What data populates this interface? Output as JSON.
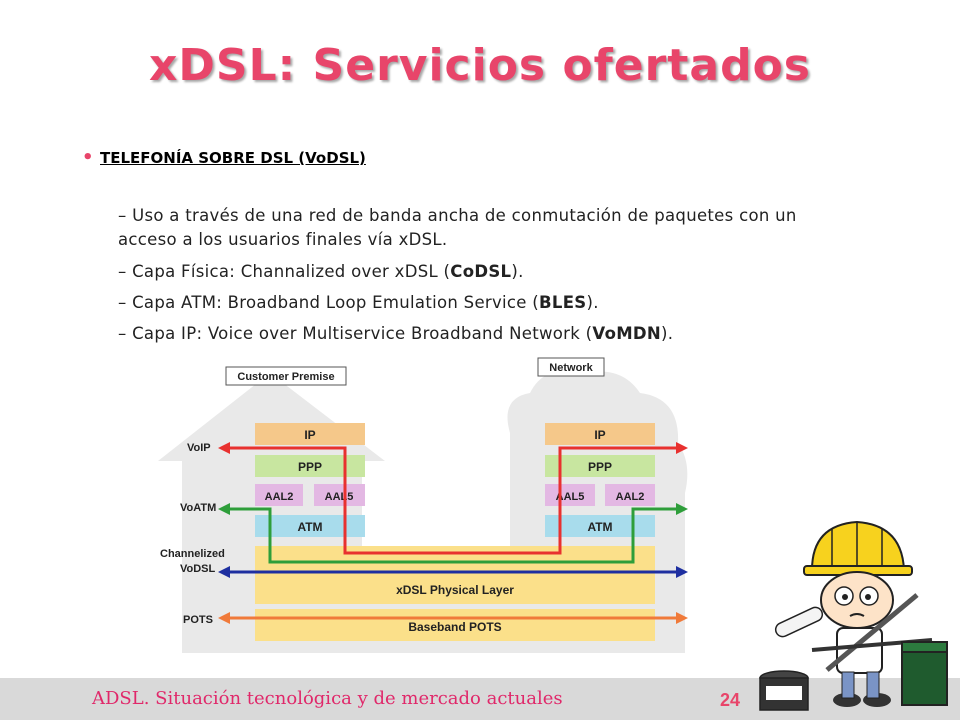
{
  "slide": {
    "title": "xDSL: Servicios ofertados",
    "bullet": "TELEFONÍA SOBRE DSL (VoDSL)",
    "items": [
      {
        "pre": "– Uso a través de una red de banda ancha de conmutación de paquetes con un acceso a los usuarios finales vía xDSL.",
        "bold": "",
        "post": ""
      },
      {
        "pre": "– Capa Física: Channalized over xDSL (",
        "bold": "CoDSL",
        "post": ")."
      },
      {
        "pre": "– Capa ATM: Broadband Loop Emulation Service (",
        "bold": "BLES",
        "post": ")."
      },
      {
        "pre": "– Capa IP: Voice over Multiservice Broadband Network (",
        "bold": "VoMDN",
        "post": ")."
      }
    ]
  },
  "diagram": {
    "customer_label": "Customer Premise",
    "network_label": "Network",
    "left_labels": {
      "voip": "VoIP",
      "voatm": "VoATM",
      "channelized": "Channelized",
      "vodsl": "VoDSL",
      "pots": "POTS"
    },
    "left_stack": {
      "ip": "IP",
      "ppp": "PPP",
      "aal2": "AAL2",
      "aal5": "AAL5",
      "atm": "ATM"
    },
    "right_stack": {
      "ip": "IP",
      "ppp": "PPP",
      "aal5": "AAL5",
      "aal2": "AAL2",
      "atm": "ATM"
    },
    "xdsl_layer": "xDSL Physical Layer",
    "pots_layer": "Baseband POTS",
    "colors": {
      "ip": "#f5c88a",
      "ppp": "#c8e6a0",
      "aal": "#e3b8e3",
      "atm": "#a8dcec",
      "yellow": "#fbe08a",
      "house": "#e9e9e9",
      "red": "#e8312f",
      "green": "#2e9e3a",
      "blue": "#1e2fa0",
      "orange": "#f07a3a"
    }
  },
  "footer": {
    "text": "ADSL. Situación tecnológica y de mercado actuales",
    "page": "24"
  }
}
